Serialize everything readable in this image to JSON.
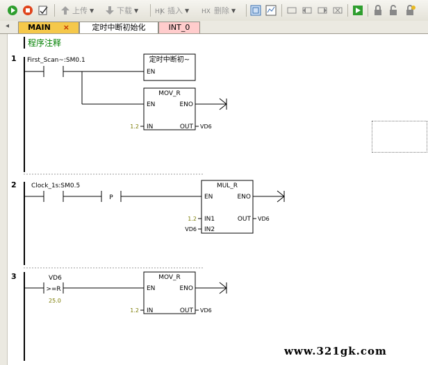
{
  "toolbar": {
    "upload_label": "上传",
    "download_label": "下载",
    "insert_label": "插入",
    "delete_label": "删除"
  },
  "tabs": [
    {
      "label": "MAIN"
    },
    {
      "label": "定时中断初始化"
    },
    {
      "label": "INT_0"
    }
  ],
  "comment": "程序注释",
  "networks": [
    {
      "number": "1",
      "contact": "First_Scan~:SM0.1",
      "box1_title": "定时中断初~",
      "box1_en": "EN",
      "box2_title": "MOV_R",
      "en": "EN",
      "eno": "ENO",
      "in_label": "IN",
      "out_label": "OUT",
      "in_value": "1.2",
      "out_value": "VD6"
    },
    {
      "number": "2",
      "contact": "Clock_1s:SM0.5",
      "p_label": "P",
      "box_title": "MUL_R",
      "en": "EN",
      "eno": "ENO",
      "in1_label": "IN1",
      "in2_label": "IN2",
      "out_label": "OUT",
      "in1_value": "1.2",
      "in2_value": "VD6",
      "out_value": "VD6"
    },
    {
      "number": "3",
      "compare_var": "VD6",
      "compare_op": ">=R",
      "compare_value": "25.0",
      "box_title": "MOV_R",
      "en": "EN",
      "eno": "ENO",
      "in_label": "IN",
      "out_label": "OUT",
      "in_value": "1.2",
      "out_value": "VD6"
    }
  ],
  "watermark": "www.321gk.com",
  "colors": {
    "comment": "#008000",
    "value_olive": "#7a7a00",
    "tab_main": "#f5c84a",
    "tab_sub": "#ffcccc"
  }
}
